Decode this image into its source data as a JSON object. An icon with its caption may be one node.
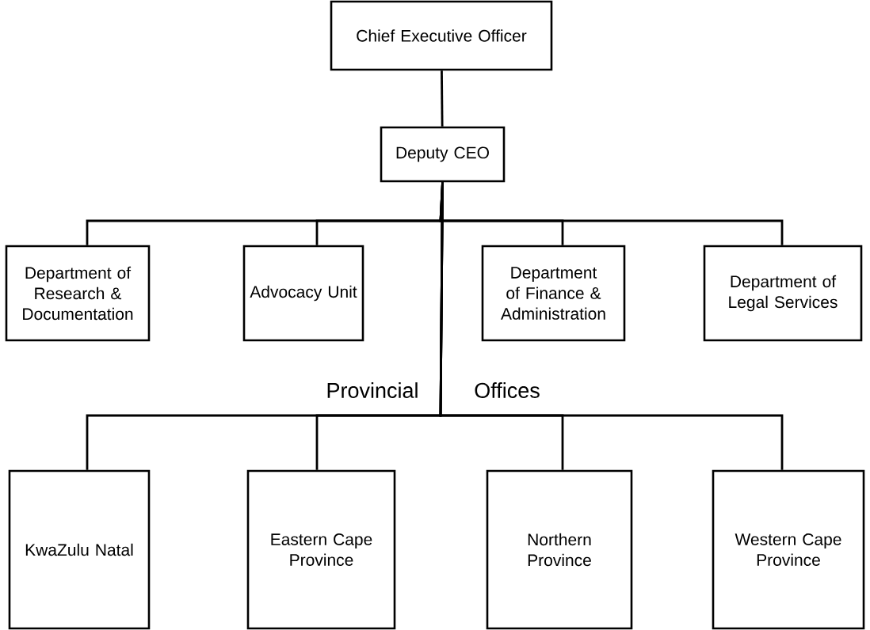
{
  "diagram": {
    "nodes": [
      {
        "text": [
          "Chief Executive Officer"
        ]
      },
      {
        "text": [
          "Deputy CEO"
        ]
      },
      {
        "text": [
          "Department of Research & Documentation"
        ]
      },
      {
        "text": [
          "Advocacy Unit"
        ]
      },
      {
        "text": [
          "Department of Finance & Administration"
        ]
      },
      {
        "text": [
          "Department of Legal Services"
        ]
      },
      {
        "text": [
          "KwaZulu Natal"
        ]
      },
      {
        "text": [
          "Eastern Cape Province"
        ]
      },
      {
        "text": [
          "Northern Province"
        ]
      },
      {
        "text": [
          "Western Cape Province"
        ]
      }
    ],
    "edges": [
      {
        "from": 0,
        "to": 1,
        "arrow": "none"
      },
      {
        "from": 1,
        "to": 2,
        "arrow": "none"
      },
      {
        "from": 1,
        "to": 3,
        "arrow": "none"
      },
      {
        "from": 1,
        "to": 4,
        "arrow": "none"
      },
      {
        "from": 1,
        "to": 5,
        "arrow": "none"
      },
      {
        "from": 1,
        "to": 6,
        "arrow": "none"
      },
      {
        "from": 1,
        "to": 7,
        "arrow": "none"
      },
      {
        "from": 1,
        "to": 8,
        "arrow": "none"
      },
      {
        "from": 1,
        "to": 9,
        "arrow": "none"
      }
    ],
    "labels": [
      "Provincial",
      "Offices"
    ]
  }
}
